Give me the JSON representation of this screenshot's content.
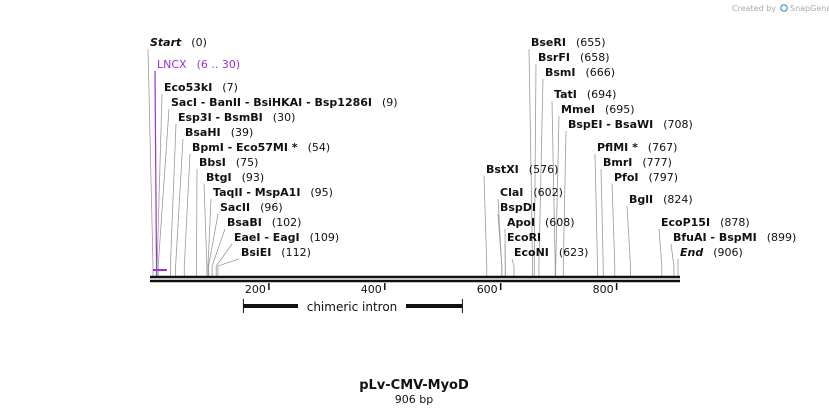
{
  "credit": {
    "text": "Created by",
    "brand": "SnapGene"
  },
  "map": {
    "length": 906,
    "name": "pLv-CMV-MyoD",
    "size_label": "906 bp",
    "ticks": [
      "200",
      "400",
      "600",
      "800"
    ],
    "tick_values": [
      200,
      400,
      600,
      800
    ],
    "feature": {
      "label": "chimeric intron",
      "start": 156,
      "end": 534
    },
    "colors": {
      "default": "#111111",
      "lncx": "#9b30d9",
      "credit": "#aaaaaa",
      "accent": "#4a90c2"
    }
  },
  "sites": [
    {
      "id": "start",
      "name": "Start",
      "pos": "(0)",
      "italic": true,
      "at": [
        0
      ]
    },
    {
      "id": "lncx",
      "name": "LNCX",
      "pos": "(6 .. 30)",
      "color": "lncx",
      "at": [
        6
      ]
    },
    {
      "id": "eco53ki",
      "name": "Eco53kI",
      "pos": "(7)",
      "at": [
        7
      ]
    },
    {
      "id": "saci",
      "name": "SacI  -  BanII  -  BsiHKAI  -  Bsp1286I",
      "pos": "(9)",
      "at": [
        9
      ]
    },
    {
      "id": "esp3i",
      "name": "Esp3I  -  BsmBI",
      "pos": "(30)",
      "at": [
        30
      ]
    },
    {
      "id": "bsahi",
      "name": "BsaHI",
      "pos": "(39)",
      "at": [
        39
      ]
    },
    {
      "id": "bpmi",
      "name": "BpmI  -  Eco57MI *",
      "pos": "(54)",
      "at": [
        54
      ]
    },
    {
      "id": "bbsi",
      "name": "BbsI",
      "pos": "(75)",
      "at": [
        75
      ]
    },
    {
      "id": "btgi",
      "name": "BtgI",
      "pos": "(93)",
      "at": [
        93
      ]
    },
    {
      "id": "taqii",
      "name": "TaqII  -  MspA1I",
      "pos": "(95)",
      "at": [
        95
      ]
    },
    {
      "id": "sacii",
      "name": "SacII",
      "pos": "(96)",
      "at": [
        96
      ]
    },
    {
      "id": "bsabi",
      "name": "BsaBI",
      "pos": "(102)",
      "at": [
        102
      ]
    },
    {
      "id": "eaei",
      "name": "EaeI  -  EagI",
      "pos": "(109)",
      "at": [
        109
      ]
    },
    {
      "id": "bsiei",
      "name": "BsiEI",
      "pos": "(112)",
      "at": [
        112
      ]
    },
    {
      "id": "bseri",
      "name": "BseRI",
      "pos": "(655)",
      "at": [
        655
      ]
    },
    {
      "id": "bsrfi",
      "name": "BsrFI",
      "pos": "(658)",
      "at": [
        658
      ]
    },
    {
      "id": "bsmi",
      "name": "BsmI",
      "pos": "(666)",
      "at": [
        666
      ]
    },
    {
      "id": "tati",
      "name": "TatI",
      "pos": "(694)",
      "at": [
        694
      ]
    },
    {
      "id": "mmei",
      "name": "MmeI",
      "pos": "(695)",
      "at": [
        695
      ]
    },
    {
      "id": "bspei",
      "name": "BspEI  -  BsaWI",
      "pos": "(708)",
      "at": [
        708
      ]
    },
    {
      "id": "bstxi",
      "name": "BstXI",
      "pos": "(576)",
      "at": [
        576
      ]
    },
    {
      "id": "clai",
      "name": "ClaI",
      "pos": "(602)",
      "at": [
        602
      ]
    },
    {
      "id": "bspdi",
      "name": "BspDI",
      "at": [
        602
      ]
    },
    {
      "id": "apoi",
      "name": "ApoI",
      "pos": "(608)",
      "at": [
        608
      ]
    },
    {
      "id": "ecori",
      "name": "EcoRI",
      "at": [
        608
      ]
    },
    {
      "id": "econi",
      "name": "EcoNI",
      "pos": "(623)",
      "at": [
        623
      ]
    },
    {
      "id": "pflmi",
      "name": "PflMI *",
      "pos": "(767)",
      "at": [
        767
      ]
    },
    {
      "id": "bmri",
      "name": "BmrI",
      "pos": "(777)",
      "at": [
        777
      ]
    },
    {
      "id": "pfoi",
      "name": "PfoI",
      "pos": "(797)",
      "at": [
        797
      ]
    },
    {
      "id": "bgli",
      "name": "BglI",
      "pos": "(824)",
      "at": [
        824
      ]
    },
    {
      "id": "ecop15i",
      "name": "EcoP15I",
      "pos": "(878)",
      "at": [
        878
      ]
    },
    {
      "id": "bfuai",
      "name": "BfuAI  -  BspMI",
      "pos": "(899)",
      "at": [
        899
      ]
    },
    {
      "id": "end",
      "name": "End",
      "pos": "(906)",
      "italic": true,
      "at": [
        906
      ]
    }
  ]
}
